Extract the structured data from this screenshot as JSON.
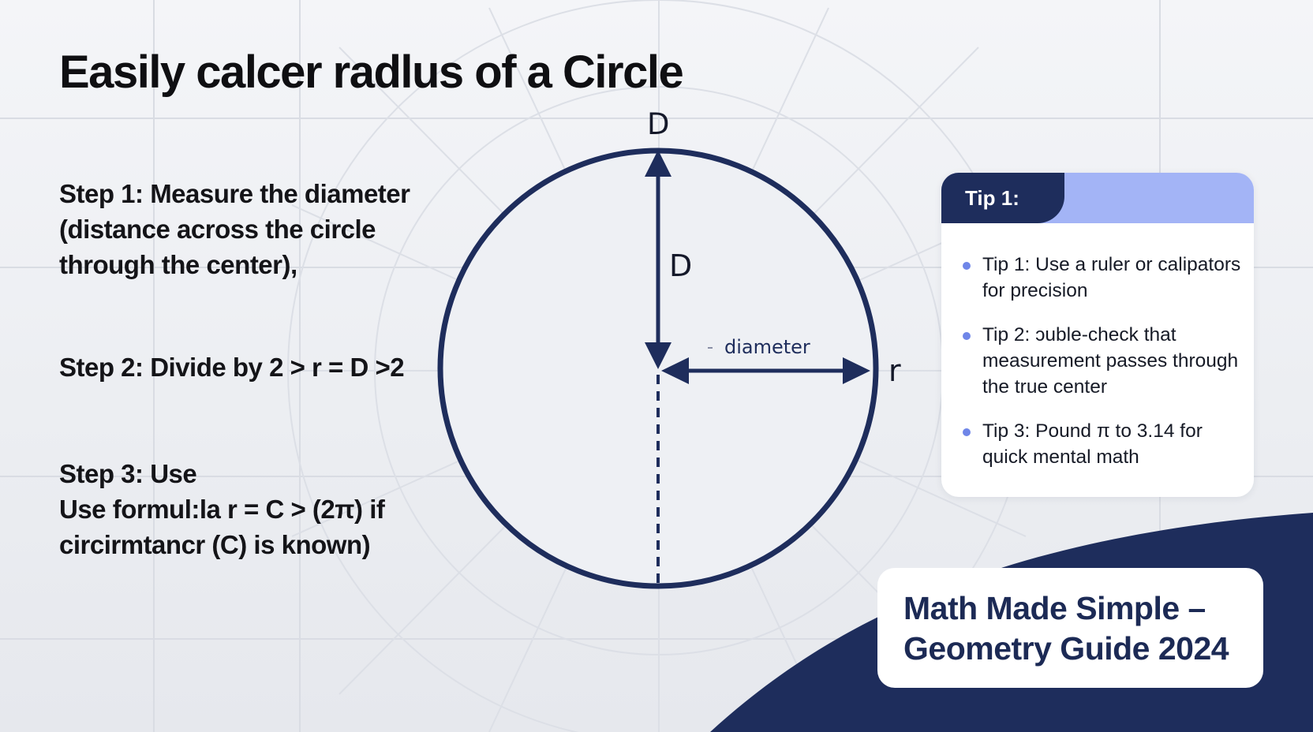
{
  "title": "Easily calcer radlus of a Circle",
  "steps": [
    {
      "text": "Step 1: Measure the diameter (distance across the circle through the center),"
    },
    {
      "text": "Step 2: Divide by 2 > r = D >2"
    },
    {
      "line1": "Step 3: Use",
      "line2": "Use formul:la r = C > (2π) if circirmtancr (C) is known)"
    }
  ],
  "diagram": {
    "label_top": "D",
    "label_vertical": "D",
    "label_diameter": "diameter",
    "label_radius": "r"
  },
  "tips": {
    "header": "Tip 1:",
    "items": [
      "Tip 1: Use a ruler or calipators for precision",
      "Tip 2: ɔuble-check that measurement passes through the true center",
      "Tip 3: Pound π to 3.14 for quick mental math"
    ]
  },
  "brand": "Math Made Simple – Geometry Guide 2024",
  "colors": {
    "navy": "#1e2d5c",
    "accent_blue": "#a3b4f6",
    "bullet_blue": "#6f86e8",
    "background": "#eef0f4"
  }
}
